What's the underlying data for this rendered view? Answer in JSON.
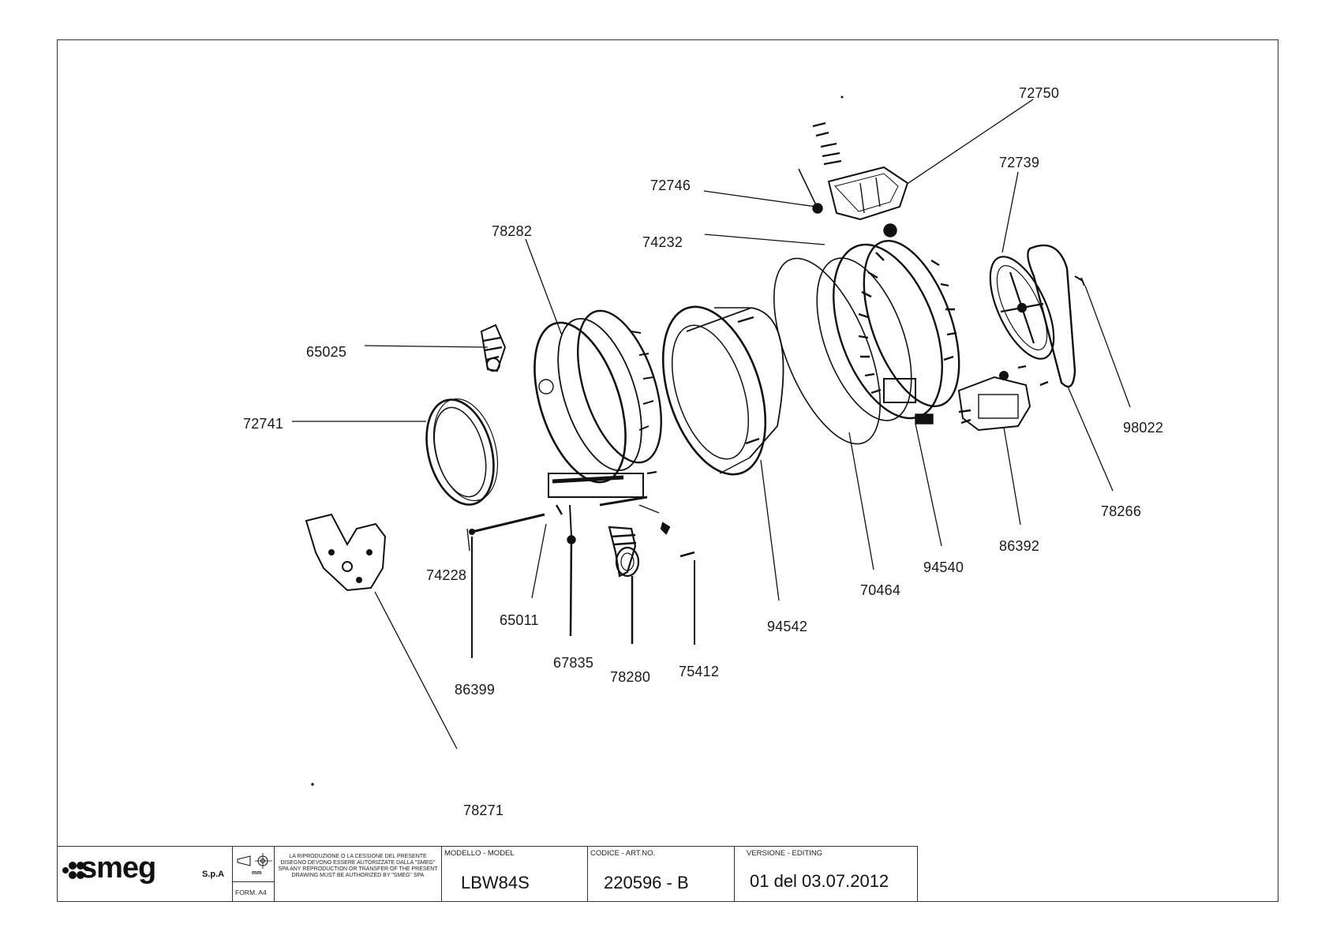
{
  "parts": [
    {
      "number": "72750"
    },
    {
      "number": "72739"
    },
    {
      "number": "72746"
    },
    {
      "number": "78282"
    },
    {
      "number": "74232"
    },
    {
      "number": "65025"
    },
    {
      "number": "72741"
    },
    {
      "number": "98022"
    },
    {
      "number": "78266"
    },
    {
      "number": "86392"
    },
    {
      "number": "94540"
    },
    {
      "number": "70464"
    },
    {
      "number": "74228"
    },
    {
      "number": "94542"
    },
    {
      "number": "65011"
    },
    {
      "number": "67835"
    },
    {
      "number": "78280"
    },
    {
      "number": "75412"
    },
    {
      "number": "86399"
    },
    {
      "number": "78271"
    }
  ],
  "title_block": {
    "brand": "smeg",
    "brand_suffix": "S.p.A",
    "unit": "mm",
    "format": "FORM. A4",
    "legal_text": "LA RIPRODUZIONE O LA CESSIONE DEL PRESENTE DISEGNO DEVONO ESSERE AUTORIZZATE DALLA \"SMEG\" SPA ANY REPRODUCTION OR TRANSFER OF THE PRESENT DRAWING MUST BE AUTHORIZED BY \"SMEG\" SPA",
    "model_label": "MODELLO - MODEL",
    "model_value": "LBW84S",
    "code_label": "CODICE - ART.NO.",
    "code_value": "220596 - B",
    "version_label": "VERSIONE - EDITING",
    "version_value": "01 del 03.07.2012"
  }
}
